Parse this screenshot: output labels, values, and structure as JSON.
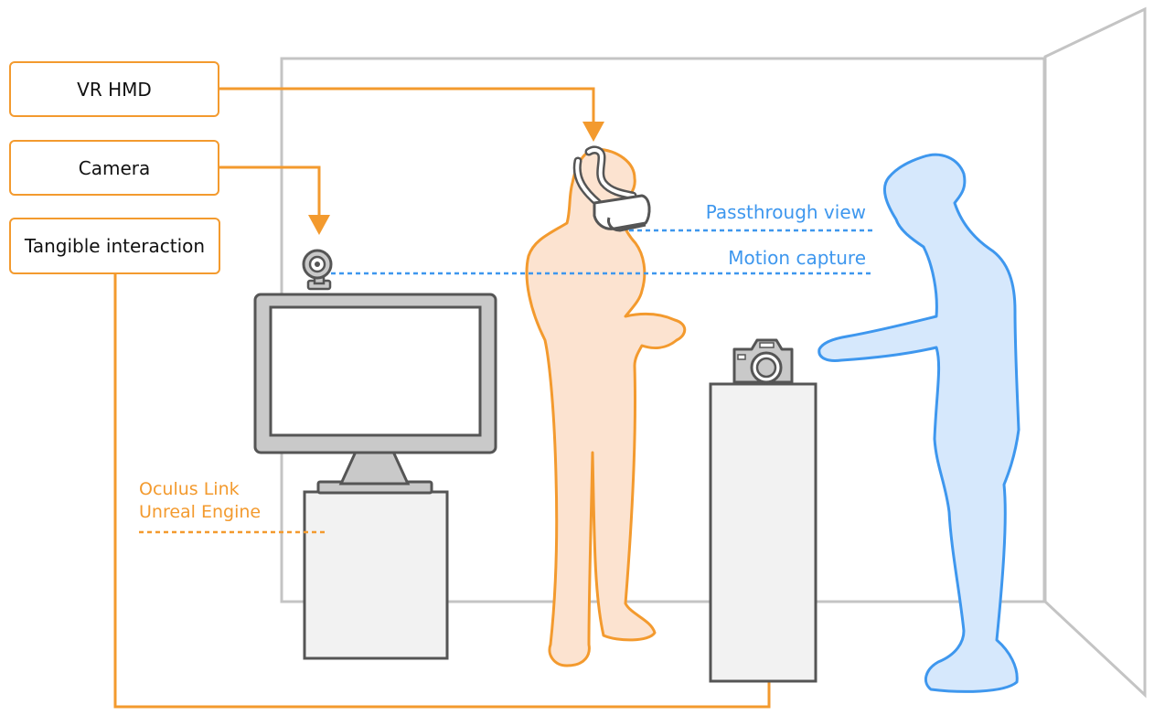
{
  "labels": {
    "vr_hmd": "VR HMD",
    "camera": "Camera",
    "tangible": "Tangible interaction",
    "passthrough": "Passthrough view",
    "motion_capture": "Motion capture",
    "oculus_link": "Oculus Link",
    "unreal_engine": "Unreal Engine"
  },
  "colors": {
    "orange": "#F39A2E",
    "orange_fill": "#FCE3D0",
    "blue": "#3E97EE",
    "blue_fill": "#D6E8FC",
    "gray_stroke": "#555555",
    "gray_fill": "#C9C9C9",
    "light_fill": "#F2F2F2",
    "room_line": "#C4C4C4"
  },
  "icons": [
    "vr-headset-icon",
    "webcam-icon",
    "photo-camera-icon",
    "monitor-icon"
  ]
}
